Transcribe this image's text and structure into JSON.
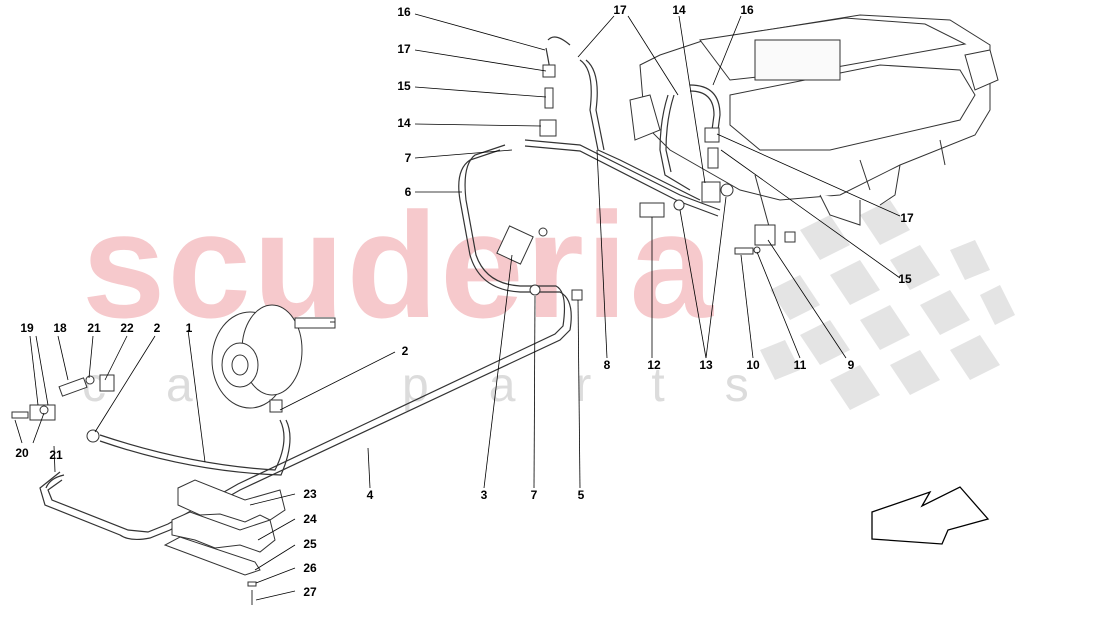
{
  "watermark": {
    "brand": "scuderia",
    "sub": "car parts"
  },
  "callouts": [
    {
      "id": "c1",
      "text": "16"
    },
    {
      "id": "c2",
      "text": "17"
    },
    {
      "id": "c3",
      "text": "15"
    },
    {
      "id": "c4",
      "text": "14"
    },
    {
      "id": "c5",
      "text": "7"
    },
    {
      "id": "c6",
      "text": "6"
    },
    {
      "id": "c7",
      "text": "17"
    },
    {
      "id": "c8",
      "text": "14"
    },
    {
      "id": "c9",
      "text": "16"
    },
    {
      "id": "c10",
      "text": "17"
    },
    {
      "id": "c11",
      "text": "15"
    },
    {
      "id": "c12",
      "text": "19"
    },
    {
      "id": "c13",
      "text": "18"
    },
    {
      "id": "c14",
      "text": "21"
    },
    {
      "id": "c15",
      "text": "22"
    },
    {
      "id": "c16",
      "text": "2"
    },
    {
      "id": "c17",
      "text": "1"
    },
    {
      "id": "c18",
      "text": "2"
    },
    {
      "id": "c19",
      "text": "20"
    },
    {
      "id": "c20",
      "text": "21"
    },
    {
      "id": "c21",
      "text": "8"
    },
    {
      "id": "c22",
      "text": "12"
    },
    {
      "id": "c23",
      "text": "13"
    },
    {
      "id": "c24",
      "text": "10"
    },
    {
      "id": "c25",
      "text": "11"
    },
    {
      "id": "c26",
      "text": "9"
    },
    {
      "id": "c27",
      "text": "4"
    },
    {
      "id": "c28",
      "text": "3"
    },
    {
      "id": "c29",
      "text": "7"
    },
    {
      "id": "c30",
      "text": "5"
    },
    {
      "id": "c31",
      "text": "23"
    },
    {
      "id": "c32",
      "text": "24"
    },
    {
      "id": "c33",
      "text": "25"
    },
    {
      "id": "c34",
      "text": "26"
    },
    {
      "id": "c35",
      "text": "27"
    }
  ]
}
